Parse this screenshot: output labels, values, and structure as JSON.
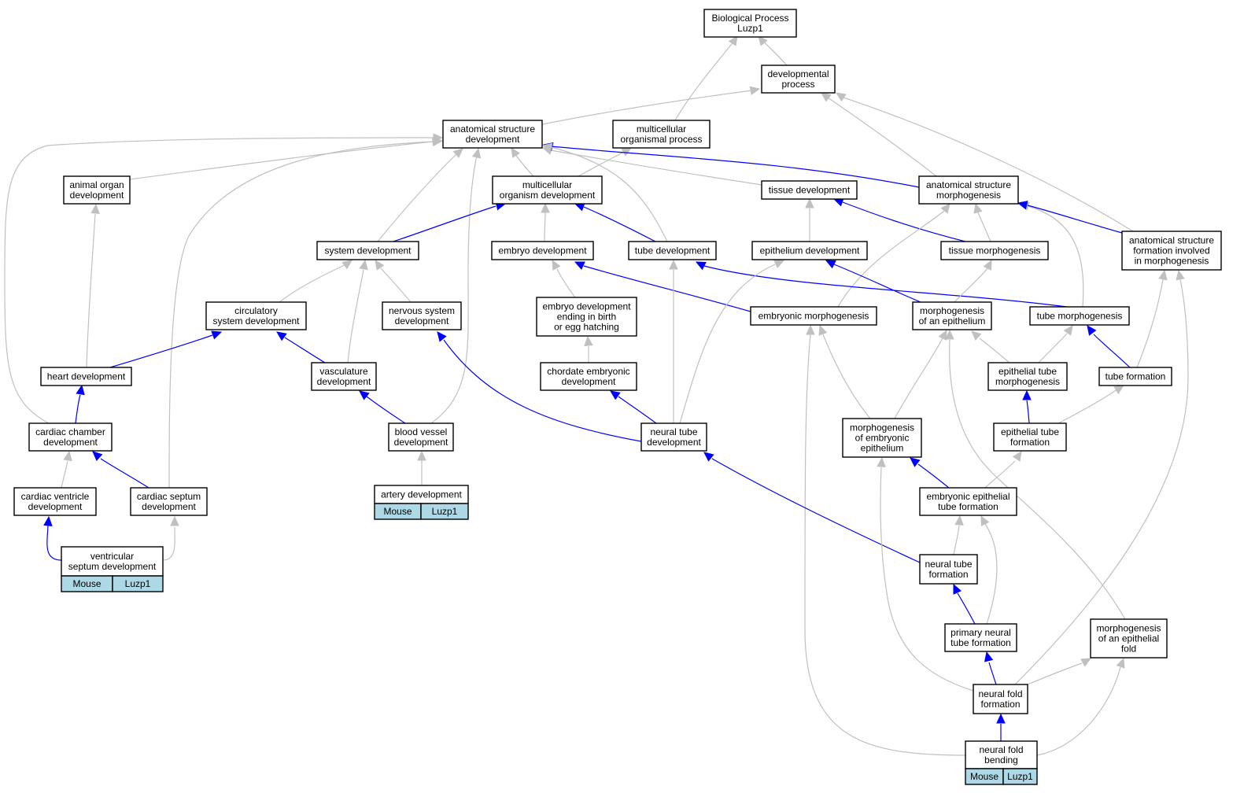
{
  "colors": {
    "is_a_edge": "#c0c0c0",
    "part_of_edge": "#0000ff",
    "annotation_fill": "#add8e6",
    "node_border": "#000000"
  },
  "nodes": {
    "root": [
      "Biological Process",
      "Luzp1"
    ],
    "dev_process": [
      "developmental",
      "process"
    ],
    "anat_dev": [
      "anatomical structure",
      "development"
    ],
    "multi_proc": [
      "multicellular",
      "organismal process"
    ],
    "animal_organ": [
      "animal organ",
      "development"
    ],
    "multi_org_dev": [
      "multicellular",
      "organism development"
    ],
    "tissue_dev": [
      "tissue development"
    ],
    "anat_morph": [
      "anatomical structure",
      "morphogenesis"
    ],
    "anat_form": [
      "anatomical structure",
      "formation involved",
      "in morphogenesis"
    ],
    "system_dev": [
      "system development"
    ],
    "embryo_dev": [
      "embryo development"
    ],
    "tube_dev": [
      "tube development"
    ],
    "epith_dev": [
      "epithelium development"
    ],
    "tissue_morph": [
      "tissue morphogenesis"
    ],
    "circ_dev": [
      "circulatory",
      "system development"
    ],
    "nervous_dev": [
      "nervous system",
      "development"
    ],
    "embryo_birth": [
      "embryo development",
      "ending in birth",
      "or egg hatching"
    ],
    "emb_morph": [
      "embryonic morphogenesis"
    ],
    "morph_epith": [
      "morphogenesis",
      "of an epithelium"
    ],
    "tube_morph": [
      "tube morphogenesis"
    ],
    "heart_dev": [
      "heart development"
    ],
    "vasc_dev": [
      "vasculature",
      "development"
    ],
    "chordate_dev": [
      "chordate embryonic",
      "development"
    ],
    "epith_tube_morph": [
      "epithelial tube",
      "morphogenesis"
    ],
    "tube_form": [
      "tube formation"
    ],
    "cardiac_chamber": [
      "cardiac chamber",
      "development"
    ],
    "blood_vessel": [
      "blood vessel",
      "development"
    ],
    "neural_tube_dev": [
      "neural tube",
      "development"
    ],
    "morph_emb_epith": [
      "morphogenesis",
      "of embryonic",
      "epithelium"
    ],
    "epith_tube_form": [
      "epithelial tube",
      "formation"
    ],
    "cardiac_ventricle": [
      "cardiac ventricle",
      "development"
    ],
    "cardiac_septum": [
      "cardiac septum",
      "development"
    ],
    "artery_dev": [
      "artery development"
    ],
    "emb_epith_tube_form": [
      "embryonic epithelial",
      "tube formation"
    ],
    "ventricular_septum": [
      "ventricular",
      "septum development"
    ],
    "neural_tube_form": [
      "neural tube",
      "formation"
    ],
    "primary_neural": [
      "primary neural",
      "tube formation"
    ],
    "morph_epith_fold": [
      "morphogenesis",
      "of an epithelial",
      "fold"
    ],
    "neural_fold_form": [
      "neural fold",
      "formation"
    ],
    "neural_fold_bending": [
      "neural fold",
      "bending"
    ]
  },
  "annotations": {
    "artery_dev": [
      "Mouse",
      "Luzp1"
    ],
    "ventricular_septum": [
      "Mouse",
      "Luzp1"
    ],
    "neural_fold_bending": [
      "Mouse",
      "Luzp1"
    ]
  },
  "edges": [
    {
      "from": "dev_process",
      "to": "root",
      "type": "is_a"
    },
    {
      "from": "multi_proc",
      "to": "root",
      "type": "is_a"
    },
    {
      "from": "anat_dev",
      "to": "dev_process",
      "type": "is_a"
    },
    {
      "from": "anat_morph",
      "to": "dev_process",
      "type": "is_a"
    },
    {
      "from": "anat_form",
      "to": "dev_process",
      "type": "is_a"
    },
    {
      "from": "multi_org_dev",
      "to": "multi_proc",
      "type": "is_a"
    },
    {
      "from": "animal_organ",
      "to": "anat_dev",
      "type": "is_a"
    },
    {
      "from": "multi_org_dev",
      "to": "anat_dev",
      "type": "is_a"
    },
    {
      "from": "tissue_dev",
      "to": "anat_dev",
      "type": "is_a"
    },
    {
      "from": "anat_morph",
      "to": "anat_dev",
      "type": "part_of"
    },
    {
      "from": "system_dev",
      "to": "anat_dev",
      "type": "is_a"
    },
    {
      "from": "tube_dev",
      "to": "anat_dev",
      "type": "is_a"
    },
    {
      "from": "cardiac_chamber",
      "to": "anat_dev",
      "type": "is_a"
    },
    {
      "from": "cardiac_septum",
      "to": "anat_dev",
      "type": "is_a"
    },
    {
      "from": "blood_vessel",
      "to": "anat_dev",
      "type": "is_a"
    },
    {
      "from": "system_dev",
      "to": "multi_org_dev",
      "type": "part_of"
    },
    {
      "from": "embryo_dev",
      "to": "multi_org_dev",
      "type": "is_a"
    },
    {
      "from": "tube_dev",
      "to": "multi_org_dev",
      "type": "part_of"
    },
    {
      "from": "epith_dev",
      "to": "tissue_dev",
      "type": "is_a"
    },
    {
      "from": "tissue_morph",
      "to": "tissue_dev",
      "type": "part_of"
    },
    {
      "from": "tissue_morph",
      "to": "anat_morph",
      "type": "is_a"
    },
    {
      "from": "emb_morph",
      "to": "anat_morph",
      "type": "is_a"
    },
    {
      "from": "tube_morph",
      "to": "anat_morph",
      "type": "is_a"
    },
    {
      "from": "anat_form",
      "to": "anat_morph",
      "type": "part_of"
    },
    {
      "from": "heart_dev",
      "to": "animal_organ",
      "type": "is_a"
    },
    {
      "from": "circ_dev",
      "to": "system_dev",
      "type": "is_a"
    },
    {
      "from": "nervous_dev",
      "to": "system_dev",
      "type": "is_a"
    },
    {
      "from": "vasc_dev",
      "to": "system_dev",
      "type": "is_a"
    },
    {
      "from": "embryo_birth",
      "to": "embryo_dev",
      "type": "is_a"
    },
    {
      "from": "emb_morph",
      "to": "embryo_dev",
      "type": "part_of"
    },
    {
      "from": "neural_tube_dev",
      "to": "tube_dev",
      "type": "is_a"
    },
    {
      "from": "tube_morph",
      "to": "tube_dev",
      "type": "part_of"
    },
    {
      "from": "neural_tube_dev",
      "to": "epith_dev",
      "type": "is_a"
    },
    {
      "from": "morph_epith",
      "to": "epith_dev",
      "type": "part_of"
    },
    {
      "from": "morph_epith",
      "to": "tissue_morph",
      "type": "is_a"
    },
    {
      "from": "heart_dev",
      "to": "circ_dev",
      "type": "part_of"
    },
    {
      "from": "vasc_dev",
      "to": "circ_dev",
      "type": "part_of"
    },
    {
      "from": "neural_tube_dev",
      "to": "nervous_dev",
      "type": "part_of"
    },
    {
      "from": "chordate_dev",
      "to": "embryo_birth",
      "type": "is_a"
    },
    {
      "from": "morph_emb_epith",
      "to": "emb_morph",
      "type": "is_a"
    },
    {
      "from": "neural_fold_bending",
      "to": "emb_morph",
      "type": "is_a"
    },
    {
      "from": "morph_emb_epith",
      "to": "morph_epith",
      "type": "is_a"
    },
    {
      "from": "epith_tube_morph",
      "to": "morph_epith",
      "type": "is_a"
    },
    {
      "from": "morph_epith_fold",
      "to": "morph_epith",
      "type": "is_a"
    },
    {
      "from": "epith_tube_morph",
      "to": "tube_morph",
      "type": "is_a"
    },
    {
      "from": "tube_form",
      "to": "tube_morph",
      "type": "part_of"
    },
    {
      "from": "tube_form",
      "to": "anat_form",
      "type": "is_a"
    },
    {
      "from": "neural_fold_form",
      "to": "anat_form",
      "type": "is_a"
    },
    {
      "from": "cardiac_chamber",
      "to": "heart_dev",
      "type": "part_of"
    },
    {
      "from": "blood_vessel",
      "to": "vasc_dev",
      "type": "part_of"
    },
    {
      "from": "neural_tube_dev",
      "to": "chordate_dev",
      "type": "part_of"
    },
    {
      "from": "epith_tube_form",
      "to": "epith_tube_morph",
      "type": "part_of"
    },
    {
      "from": "epith_tube_form",
      "to": "tube_form",
      "type": "is_a"
    },
    {
      "from": "cardiac_ventricle",
      "to": "cardiac_chamber",
      "type": "is_a"
    },
    {
      "from": "cardiac_septum",
      "to": "cardiac_chamber",
      "type": "part_of"
    },
    {
      "from": "neural_tube_form",
      "to": "neural_tube_dev",
      "type": "part_of"
    },
    {
      "from": "emb_epith_tube_form",
      "to": "morph_emb_epith",
      "type": "part_of"
    },
    {
      "from": "neural_fold_form",
      "to": "morph_emb_epith",
      "type": "is_a"
    },
    {
      "from": "emb_epith_tube_form",
      "to": "epith_tube_form",
      "type": "is_a"
    },
    {
      "from": "artery_dev",
      "to": "blood_vessel",
      "type": "is_a"
    },
    {
      "from": "ventricular_septum",
      "to": "cardiac_ventricle",
      "type": "part_of"
    },
    {
      "from": "ventricular_septum",
      "to": "cardiac_septum",
      "type": "is_a"
    },
    {
      "from": "neural_tube_form",
      "to": "emb_epith_tube_form",
      "type": "is_a"
    },
    {
      "from": "primary_neural",
      "to": "emb_epith_tube_form",
      "type": "is_a"
    },
    {
      "from": "primary_neural",
      "to": "neural_tube_form",
      "type": "part_of"
    },
    {
      "from": "neural_fold_form",
      "to": "primary_neural",
      "type": "part_of"
    },
    {
      "from": "neural_fold_form",
      "to": "morph_epith_fold",
      "type": "is_a"
    },
    {
      "from": "neural_fold_bending",
      "to": "morph_epith_fold",
      "type": "is_a"
    },
    {
      "from": "neural_fold_bending",
      "to": "neural_fold_form",
      "type": "part_of"
    }
  ]
}
